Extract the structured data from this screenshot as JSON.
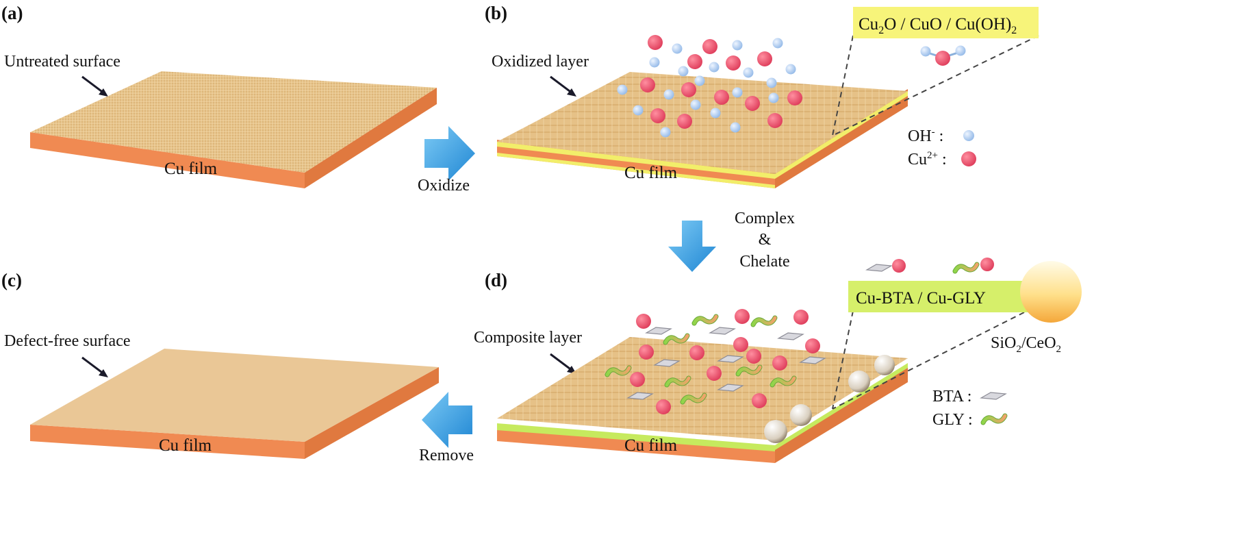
{
  "panels": {
    "a": {
      "tag": "(a)",
      "surface": "Untreated surface",
      "film": "Cu film"
    },
    "b": {
      "tag": "(b)",
      "surface": "Oxidized layer",
      "film": "Cu film",
      "box": {
        "p1": "Cu",
        "s1": "2",
        "p2": "O / CuO / Cu(OH)",
        "s2": "2"
      }
    },
    "c": {
      "tag": "(c)",
      "surface": "Defect-free surface",
      "film": "Cu film"
    },
    "d": {
      "tag": "(d)",
      "surface": "Composite layer",
      "film": "Cu film",
      "box": "Cu-BTA  / Cu-GLY",
      "particle": {
        "p1": "SiO",
        "s1": "2",
        "p2": "/CeO",
        "s2": "2"
      }
    }
  },
  "arrows": {
    "oxidize": "Oxidize",
    "complex_lines": [
      "Complex",
      "&",
      "Chelate"
    ],
    "remove": "Remove"
  },
  "legend_b": {
    "oh": {
      "base": "OH",
      "sup": "-",
      "tail": " :"
    },
    "cu": {
      "base": "Cu",
      "sup": "2+",
      "tail": " :"
    }
  },
  "legend_d": {
    "bta": "BTA :",
    "gly": "GLY :"
  },
  "colors": {
    "copper_side": "#f08a52",
    "copper_top": "#e8c48c",
    "oxide_layer": "#f2ee6a",
    "composite_layer": "#c6ea5e",
    "cu_ion": "#e8506a",
    "oh_ion": "#a9c9ee",
    "arrow_blue": "#2f97dc",
    "highlight_box": "#f7f47a",
    "composite_box": "#d6ef6a"
  }
}
